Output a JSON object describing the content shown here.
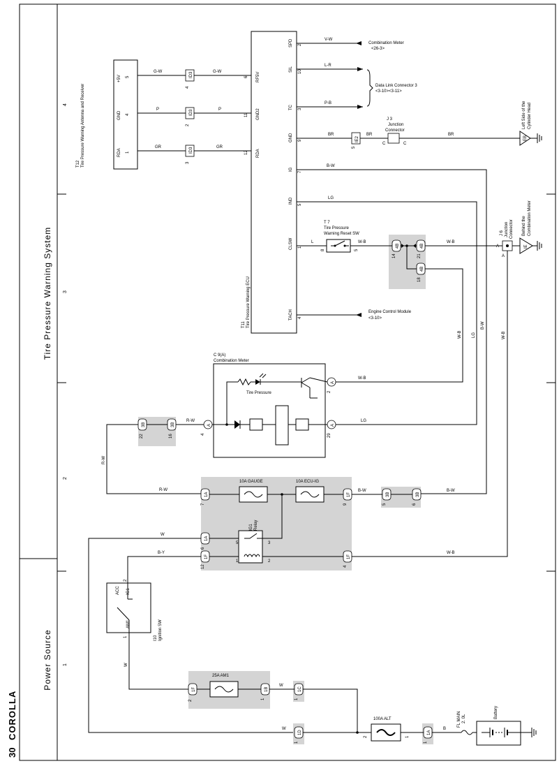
{
  "page": {
    "number": "30",
    "vehicle": "COROLLA"
  },
  "system_title": "Tire Pressure Warning System",
  "section_label_power": "Power Source",
  "grid_numbers": {
    "n1": "1",
    "n2": "2",
    "n3": "3",
    "n4": "4"
  },
  "components": {
    "t12_id": "T12",
    "t12_name": "Tire Pressure Warning Antenna and Receiver",
    "t11_id": "T11",
    "t11_name": "Tire Pressure Warning ECU",
    "t7_id": "T 7",
    "t7_name1": "Tire Pressure",
    "t7_name2": "Warning Reset SW",
    "c9_id": "C 9(A)",
    "c9_name": "Combination Meter",
    "tire_pressure_lamp": "Tire Pressure",
    "j3_id": "J 3",
    "j3_name1": "Junction",
    "j3_name2": "Connector",
    "j6_id": "J 6",
    "j6_name1": "Junction",
    "j6_name2": "Connector",
    "ig1_relay1": "IG1",
    "ig1_relay2": "Relay",
    "i10_id": "I10",
    "i10_name": "Ignition SW",
    "fuse_gauge": "10A GAUGE",
    "fuse_ecu_ig": "10A ECU-IG",
    "fuse_am1": "25A AM1",
    "fuse_alt": "100A ALT",
    "fl_main1": "FL MAIN",
    "fl_main2": "2. 0L",
    "battery": "Battery"
  },
  "destinations": {
    "comb_meter": "Combination Meter",
    "comb_meter_ref": "<26-3>",
    "dlc3": "Data Link Connector 3",
    "dlc3_ref": "<3-10><3-11>",
    "ecm": "Engine Control Module",
    "ecm_ref": "<3-10>",
    "eb_desc1": "Left Side of the",
    "eb_desc2": "Cylinder Head",
    "ie_desc1": "Behind the",
    "ie_desc2": "Combination Meter"
  },
  "grounds": {
    "eb": "EB",
    "ie": "IE"
  },
  "wires": {
    "g_w": "G-W",
    "p": "P",
    "gr": "GR",
    "v_w": "V-W",
    "l_r": "L-R",
    "p_b": "P-B",
    "br": "BR",
    "b_w": "B-W",
    "lg": "LG",
    "l": "L",
    "w_b": "W-B",
    "r_w": "R-W",
    "w": "W",
    "b_y": "B-Y",
    "b": "B"
  },
  "t12_pins": {
    "p5v": "+5V",
    "gnd": "GND",
    "rda": "RDA",
    "n5": "5",
    "n4": "4",
    "n1": "1"
  },
  "t11_pins": {
    "rf5v": "RF5V",
    "gnd2": "GND2",
    "rda": "RDA",
    "spd": "SPD",
    "sil": "SIL",
    "tc": "TC",
    "gnd": "GND",
    "ig": "IG",
    "ind": "IND",
    "clsw": "CLSW",
    "tach": "TACH",
    "n6": "6",
    "n11": "11",
    "n12": "12",
    "n2": "2",
    "n10": "10",
    "n3": "3",
    "n9": "9",
    "n7": "7",
    "n5": "5",
    "n1": "1",
    "n4": "4"
  },
  "connectors": {
    "id3": "ID3",
    "n4": "4",
    "n2": "2",
    "n3": "3",
    "ie2": "IE2",
    "n5": "5",
    "c": "C",
    "n8": "8",
    "n5b": "5",
    "c4b": "4B",
    "n14": "14",
    "n21": "21",
    "n18": "18",
    "a": "A",
    "c3b": "3B",
    "n22": "22",
    "n16": "16",
    "n4a": "4",
    "n29": "29",
    "n2a": "2",
    "c1a": "1A",
    "c1f": "1F",
    "c1b": "1B",
    "c1c": "1C",
    "c1d": "1D",
    "n7": "7",
    "n9": "9",
    "n5c": "5",
    "n6": "6",
    "n1": "1",
    "n12": "12",
    "n2b": "2",
    "n4c": "4",
    "ig1": "IG1",
    "am1": "AM1",
    "acc": "ACC"
  }
}
